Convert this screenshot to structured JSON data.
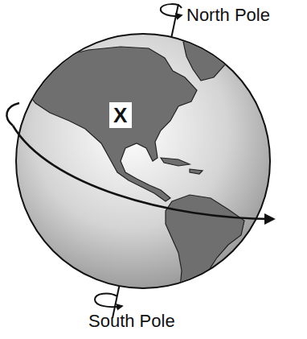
{
  "diagram": {
    "nodes": [
      {
        "text": [
          "X"
        ]
      }
    ],
    "labels": [
      "North Pole",
      "South Pole"
    ]
  }
}
